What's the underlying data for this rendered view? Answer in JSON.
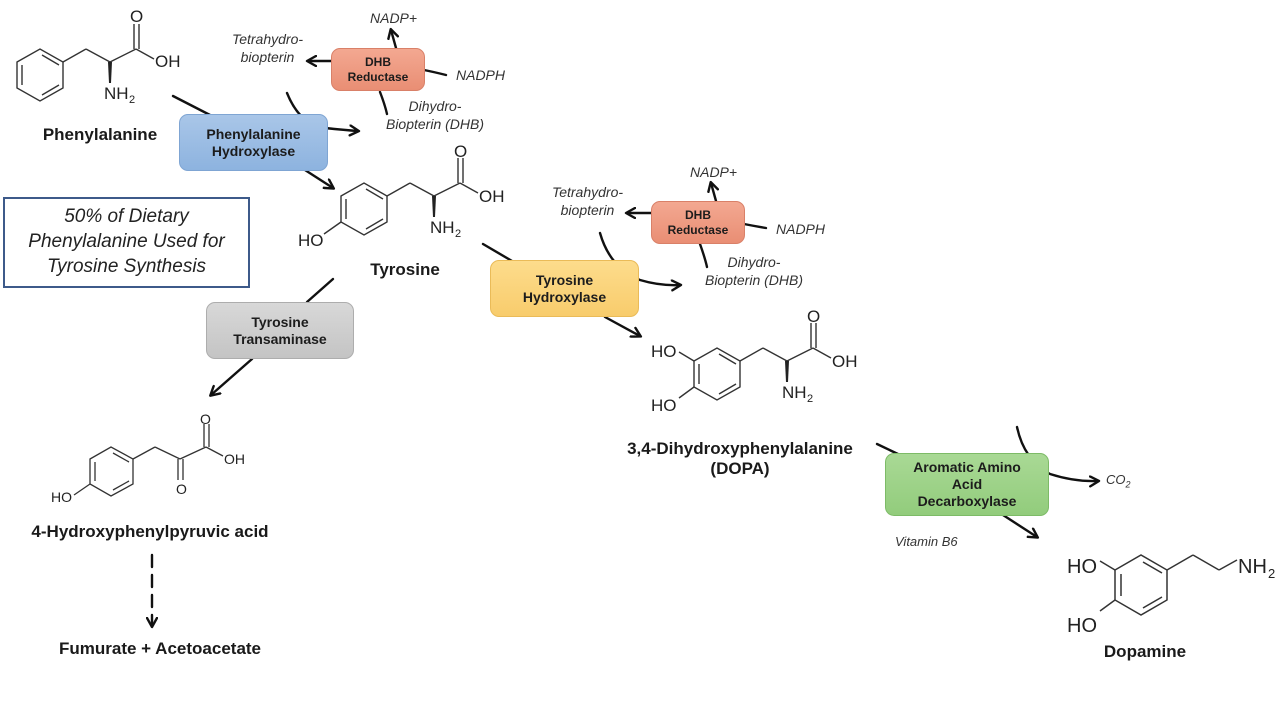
{
  "molecules": {
    "phenylalanine": "Phenylalanine",
    "tyrosine": "Tyrosine",
    "dopa_line1": "3,4-Dihydroxyphenylalanine",
    "dopa_line2": "(DOPA)",
    "hppa": "4-Hydroxyphenylpyruvic acid",
    "fumarate": "Fumurate + Acetoacetate",
    "dopamine": "Dopamine"
  },
  "enzymes": {
    "phe_hydroxylase": [
      "Phenylalanine",
      "Hydroxylase"
    ],
    "dhb_reductase_1": [
      "DHB",
      "Reductase"
    ],
    "tyr_hydroxylase": [
      "Tyrosine",
      "Hydroxylase"
    ],
    "dhb_reductase_2": [
      "DHB",
      "Reductase"
    ],
    "tyr_transaminase": [
      "Tyrosine",
      "Transaminase"
    ],
    "aadc": [
      "Aromatic Amino",
      "Acid",
      "Decarboxylase"
    ]
  },
  "cofactors": {
    "thb_1": [
      "Tetrahydro-",
      "biopterin"
    ],
    "nadp_1": "NADP+",
    "nadph_1": "NADPH",
    "dhb_1": [
      "Dihydro-",
      "Biopterin (DHB)"
    ],
    "thb_2": [
      "Tetrahydro-",
      "biopterin"
    ],
    "nadp_2": "NADP+",
    "nadph_2": "NADPH",
    "dhb_2": [
      "Dihydro-",
      "Biopterin (DHB)"
    ],
    "co2": "CO",
    "co2_sub": "2",
    "vitamin_b6": "Vitamin B6"
  },
  "note": [
    "50% of Dietary",
    "Phenylalanine Used for",
    "Tyrosine Synthesis"
  ],
  "atoms": {
    "O": "O",
    "OH": "OH",
    "HO": "HO",
    "NH": "NH",
    "sub2": "2"
  }
}
